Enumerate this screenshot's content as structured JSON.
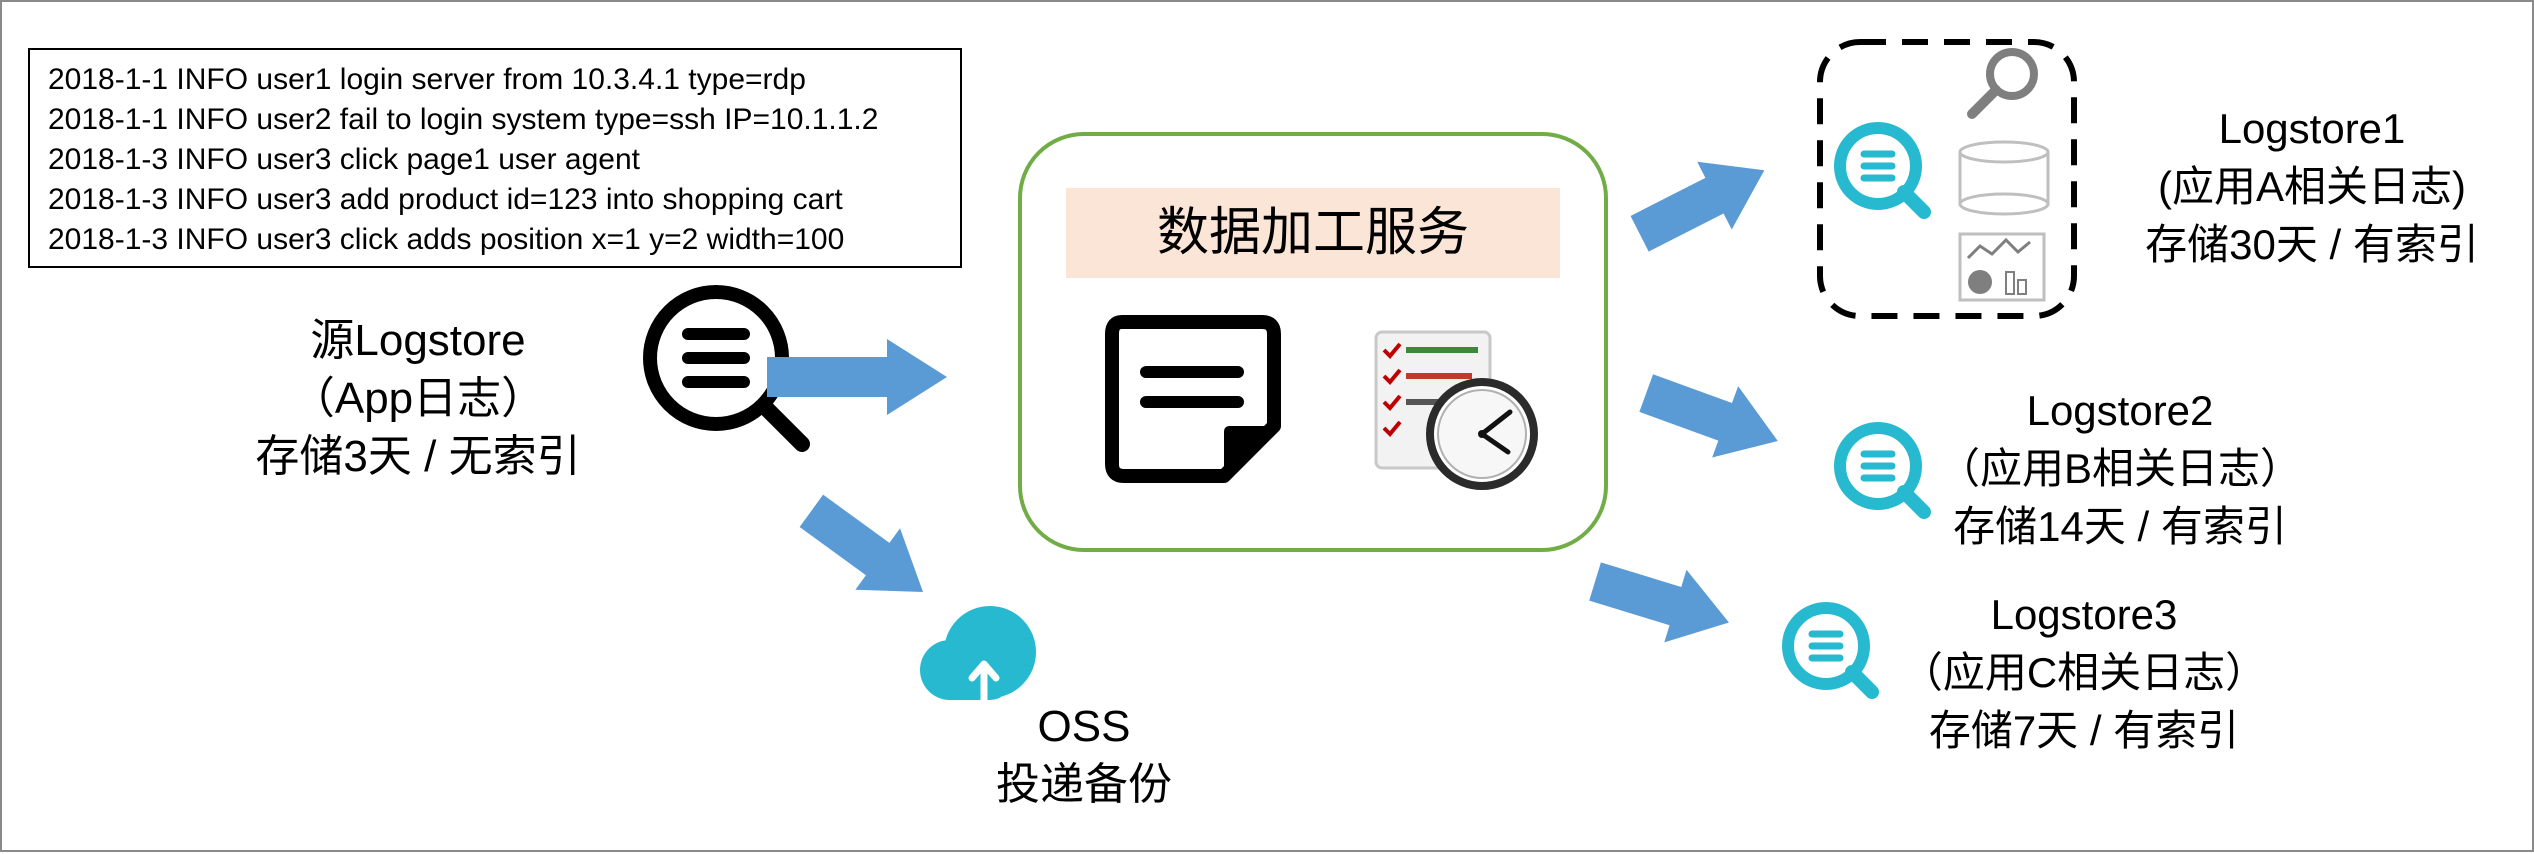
{
  "log_lines": [
    "2018-1-1 INFO user1 login server from 10.3.4.1 type=rdp",
    "2018-1-1 INFO user2 fail to login system type=ssh IP=10.1.1.2",
    "2018-1-3 INFO user3 click page1 user agent",
    "2018-1-3 INFO user3 add product id=123 into shopping cart",
    "2018-1-3 INFO user3 click adds position x=1 y=2 width=100"
  ],
  "source": {
    "name": "源Logstore",
    "desc": "（App日志）",
    "retention": "存储3天 / 无索引"
  },
  "service": {
    "title": "数据加工服务"
  },
  "oss": {
    "name": "OSS",
    "desc": "投递备份"
  },
  "targets": [
    {
      "name": "Logstore1",
      "desc": "(应用A相关日志)",
      "retention": "存储30天 / 有索引"
    },
    {
      "name": "Logstore2",
      "desc": "（应用B相关日志）",
      "retention": "存储14天 / 有索引"
    },
    {
      "name": "Logstore3",
      "desc": "（应用C相关日志）",
      "retention": "存储7天 / 有索引"
    }
  ],
  "colors": {
    "arrow": "#5b9bd5",
    "teal": "#26b9cf",
    "service_border": "#70ad47",
    "title_bg": "#fbe5d6"
  }
}
